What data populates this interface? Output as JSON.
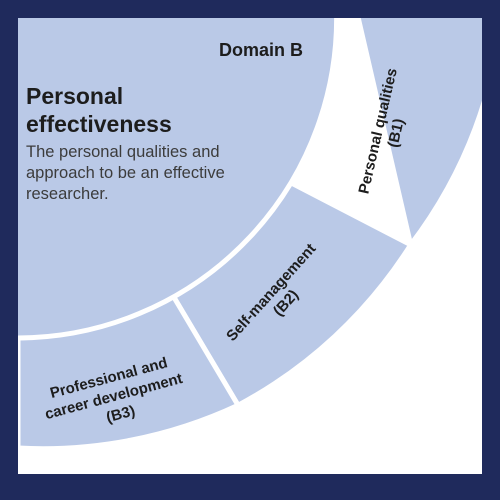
{
  "domain": {
    "label": "Domain B",
    "title_lines": [
      "Personal",
      "effectiveness"
    ],
    "description_lines": [
      "The personal qualities and",
      "approach to be an effective",
      "researcher."
    ]
  },
  "segments": [
    {
      "lines": [
        "Personal qualities",
        "(B1)"
      ]
    },
    {
      "lines": [
        "Self-management",
        "(B2)"
      ]
    },
    {
      "lines": [
        "Professional and",
        "career development",
        "(B3)"
      ]
    }
  ],
  "colors": {
    "background": "#1f2a5c",
    "fill": "#bac9e7",
    "separator": "#ffffff",
    "text": "#1d1d1d",
    "description": "#3c3c3c"
  }
}
